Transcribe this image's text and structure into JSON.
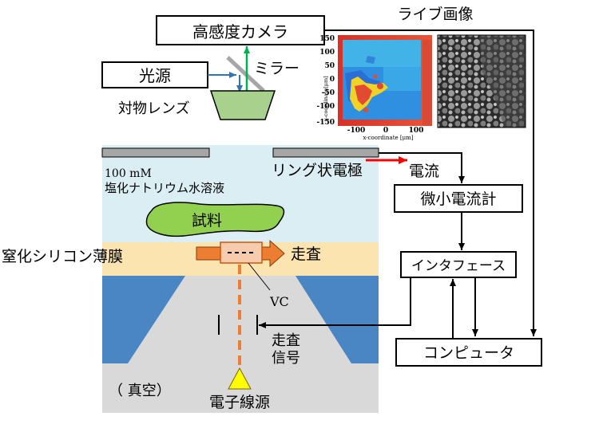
{
  "labels": {
    "camera": "高感度カメラ",
    "live_image": "ライブ画像",
    "light_source": "光源",
    "mirror": "ミラー",
    "objective_lens": "対物レンズ",
    "solution_conc": "100 mM",
    "solution_name": "塩化ナトリウム水溶液",
    "ring_electrode": "リング状電極",
    "current": "電流",
    "ammeter": "微小電流計",
    "sample": "試料",
    "membrane": "窒化シリコン薄膜",
    "scan": "走査",
    "interface": "インタフェース",
    "vc": "VC",
    "scan_signal_1": "走査",
    "scan_signal_2": "信号",
    "computer": "コンピュータ",
    "vacuum": "（ 真空）",
    "electron_source": "電子線源"
  },
  "heatmap": {
    "ylabel": "y-coordinate[μm]",
    "xlabel": "x-coordinate [μm]",
    "yticks": [
      "150",
      "100",
      "50",
      "0",
      "-50",
      "-100",
      "-150"
    ],
    "xticks": [
      "-100",
      "0",
      "100"
    ]
  },
  "colors": {
    "solution": "#dbeef4",
    "membrane": "#fbe4b0",
    "vacuum": "#d9d9d9",
    "silicon": "#4a86c4",
    "sample": "#92d050",
    "beam": "#ed7d31",
    "red_arrow": "#ff0000",
    "mirror_arrow": "#00b050"
  }
}
